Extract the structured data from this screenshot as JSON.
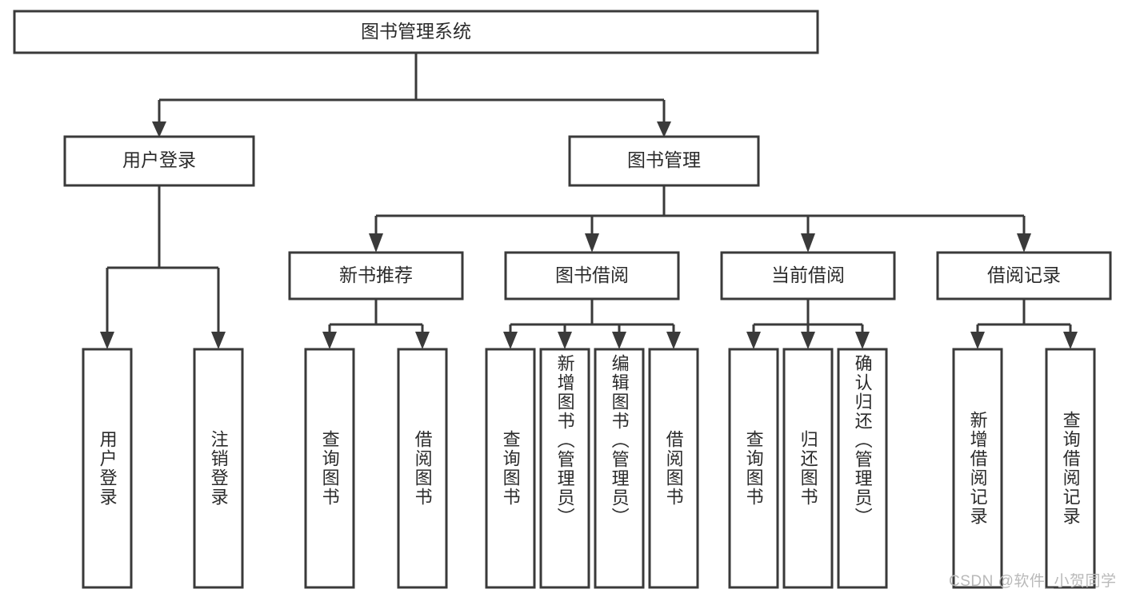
{
  "diagram": {
    "title": "图书管理系统",
    "type": "hierarchy-tree",
    "watermark": "CSDN @软件_小贺同学",
    "colors": {
      "stroke": "#3a3a3a",
      "box_fill": "#ffffff",
      "text": "#2b2b2b",
      "background": "#ffffff",
      "watermark": "#b9b9b9"
    },
    "nodes": {
      "root": {
        "label": "图书管理系统",
        "level": 1,
        "orientation": "horizontal"
      },
      "l2": [
        {
          "id": "user-login",
          "label": "用户登录",
          "level": 2,
          "orientation": "horizontal"
        },
        {
          "id": "book-manage",
          "label": "图书管理",
          "level": 2,
          "orientation": "horizontal"
        }
      ],
      "l3": [
        {
          "id": "new-book-recommend",
          "label": "新书推荐",
          "level": 3,
          "orientation": "horizontal"
        },
        {
          "id": "book-borrow",
          "label": "图书借阅",
          "level": 3,
          "orientation": "horizontal"
        },
        {
          "id": "current-borrow",
          "label": "当前借阅",
          "level": 3,
          "orientation": "horizontal"
        },
        {
          "id": "borrow-record",
          "label": "借阅记录",
          "level": 3,
          "orientation": "horizontal"
        }
      ],
      "leaves": [
        {
          "id": "leaf-user-login",
          "label": "用户登录",
          "parent": "user-login",
          "orientation": "vertical"
        },
        {
          "id": "leaf-user-logout",
          "label": "注销登录",
          "parent": "user-login",
          "orientation": "vertical"
        },
        {
          "id": "leaf-query-book-1",
          "label": "查询图书",
          "parent": "new-book-recommend",
          "orientation": "vertical"
        },
        {
          "id": "leaf-borrow-book-1",
          "label": "借阅图书",
          "parent": "new-book-recommend",
          "orientation": "vertical"
        },
        {
          "id": "leaf-query-book-2",
          "label": "查询图书",
          "parent": "book-borrow",
          "orientation": "vertical"
        },
        {
          "id": "leaf-add-book",
          "label": "新增图书（管理员）",
          "parent": "book-borrow",
          "orientation": "vertical"
        },
        {
          "id": "leaf-edit-book",
          "label": "编辑图书（管理员）",
          "parent": "book-borrow",
          "orientation": "vertical"
        },
        {
          "id": "leaf-borrow-book-2",
          "label": "借阅图书",
          "parent": "book-borrow",
          "orientation": "vertical"
        },
        {
          "id": "leaf-query-book-3",
          "label": "查询图书",
          "parent": "current-borrow",
          "orientation": "vertical"
        },
        {
          "id": "leaf-return-book",
          "label": "归还图书",
          "parent": "current-borrow",
          "orientation": "vertical"
        },
        {
          "id": "leaf-confirm-return",
          "label": "确认归还（管理员）",
          "parent": "current-borrow",
          "orientation": "vertical"
        },
        {
          "id": "leaf-add-record",
          "label": "新增借阅记录",
          "parent": "borrow-record",
          "orientation": "vertical"
        },
        {
          "id": "leaf-query-record",
          "label": "查询借阅记录",
          "parent": "borrow-record",
          "orientation": "vertical"
        }
      ]
    }
  }
}
